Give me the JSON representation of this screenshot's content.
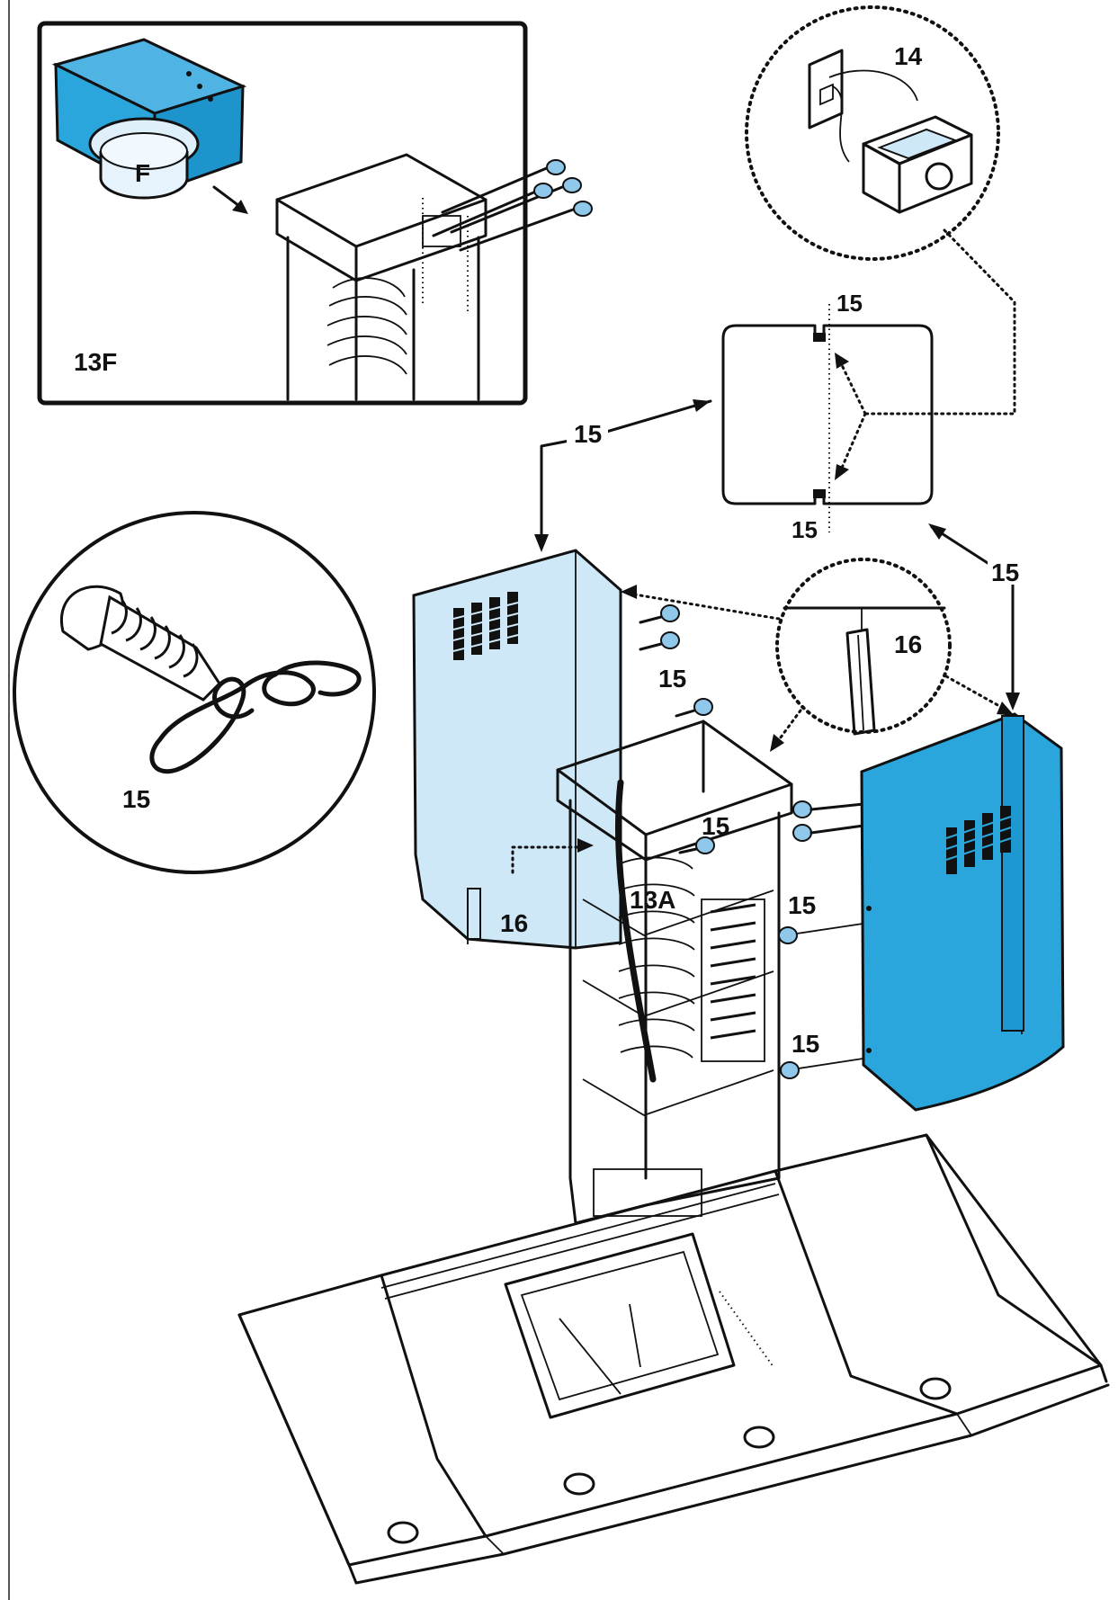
{
  "colors": {
    "background": "#ffffff",
    "line": "#111111",
    "panel_light_blue": "#cfe8f8",
    "panel_blue": "#2aa6dc",
    "vent_blue": "#1a8fc4"
  },
  "labels": {
    "inset_13F": "13F",
    "filter_F": "F",
    "inset_14": "14",
    "detail_15_top": "15",
    "detail_15_bottom": "15",
    "arrow_15_left": "15",
    "arrow_15_right": "15",
    "detail_16": "16",
    "screw_15_a": "15",
    "screw_15_b": "15",
    "screw_15_c": "15",
    "screw_15_d": "15",
    "bracket_16": "16",
    "frame_13A": "13A",
    "screw_closeup_15": "15"
  }
}
